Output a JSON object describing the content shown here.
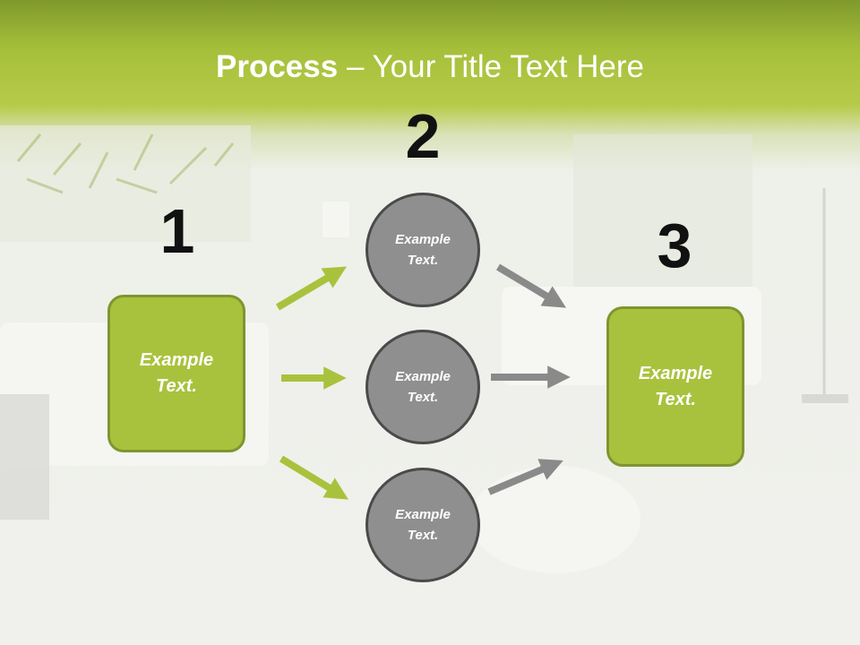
{
  "slide": {
    "title_strong": "Process",
    "title_rest": " – Your Title Text Here"
  },
  "steps": {
    "step1_number": "1",
    "step2_number": "2",
    "step3_number": "3"
  },
  "nodes": {
    "left_box": "Example\nText.",
    "circle_top": "Example\nText.",
    "circle_middle": "Example\nText.",
    "circle_bottom": "Example\nText.",
    "right_box": "Example\nText."
  },
  "colors": {
    "accent_green": "#a9c23d",
    "circle_gray": "#8f8f8f",
    "arrow_gray": "#8a8a8a"
  }
}
